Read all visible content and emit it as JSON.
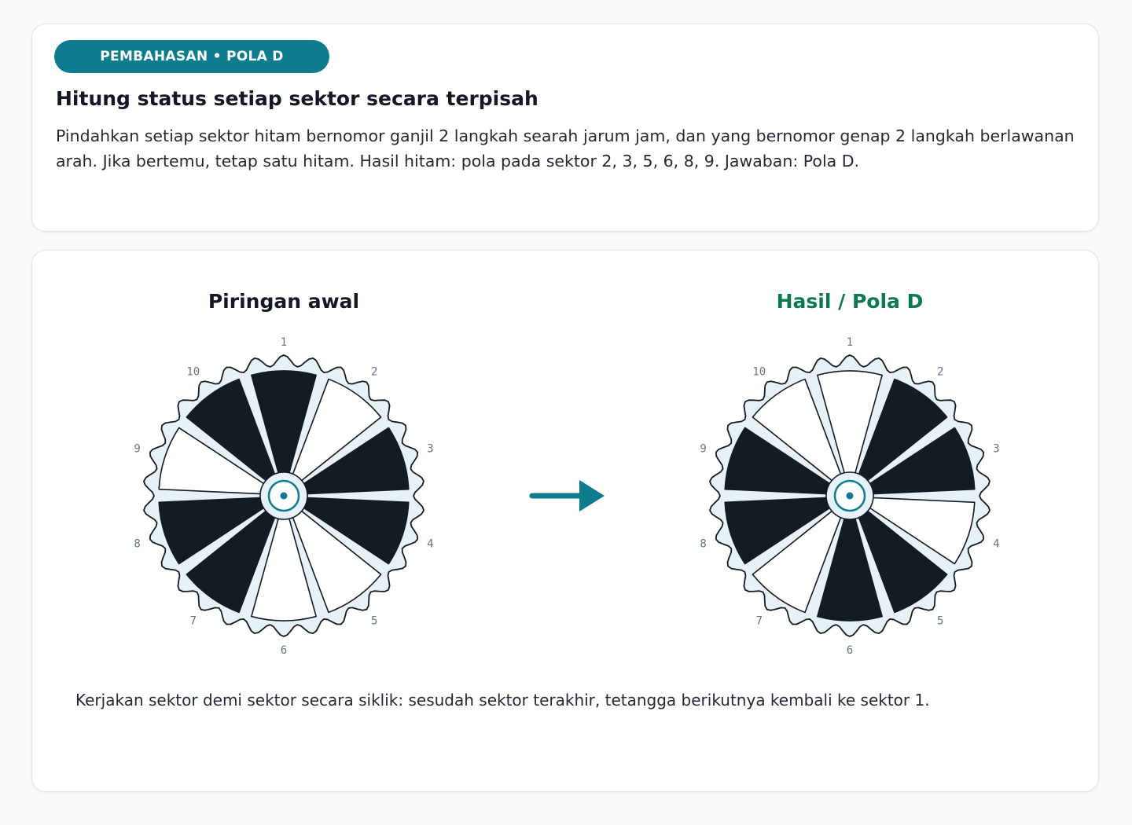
{
  "header": {
    "badge": "PEMBAHASAN • POLA D",
    "title": "Hitung status setiap sektor secara terpisah",
    "description": "Pindahkan setiap sektor hitam bernomor ganjil 2 langkah searah jarum jam, dan yang bernomor genap 2 langkah berlawanan arah. Jika bertemu, tetap satu hitam. Hasil hitam: pola pada sektor 2, 3, 5, 6, 8, 9. Jawaban: Pola D."
  },
  "diagrams": {
    "left": {
      "title": "Piringan awal",
      "sectors": [
        {
          "number": "1",
          "black": true
        },
        {
          "number": "2",
          "black": false
        },
        {
          "number": "3",
          "black": true
        },
        {
          "number": "4",
          "black": true
        },
        {
          "number": "5",
          "black": false
        },
        {
          "number": "6",
          "black": false
        },
        {
          "number": "7",
          "black": true
        },
        {
          "number": "8",
          "black": true
        },
        {
          "number": "9",
          "black": false
        },
        {
          "number": "10",
          "black": true
        }
      ]
    },
    "right": {
      "title": "Hasil / Pola D",
      "sectors": [
        {
          "number": "1",
          "black": false
        },
        {
          "number": "2",
          "black": true
        },
        {
          "number": "3",
          "black": true
        },
        {
          "number": "4",
          "black": false
        },
        {
          "number": "5",
          "black": true
        },
        {
          "number": "6",
          "black": true
        },
        {
          "number": "7",
          "black": false
        },
        {
          "number": "8",
          "black": true
        },
        {
          "number": "9",
          "black": true
        },
        {
          "number": "10",
          "black": false
        }
      ]
    }
  },
  "footnote": "Kerjakan sektor demi sektor secara siklik: sesudah sektor terakhir, tetangga berikutnya kembali ke sektor 1.",
  "colors": {
    "accent": "#0e7c8e",
    "result_title": "#0b7a4b",
    "sector_black": "#141b23",
    "sector_white": "#ffffff",
    "rim_fill": "#e6f2f7",
    "stroke": "#141b23"
  },
  "icons": {
    "arrow": "arrow-right-icon",
    "hub": "hub-target-icon"
  }
}
